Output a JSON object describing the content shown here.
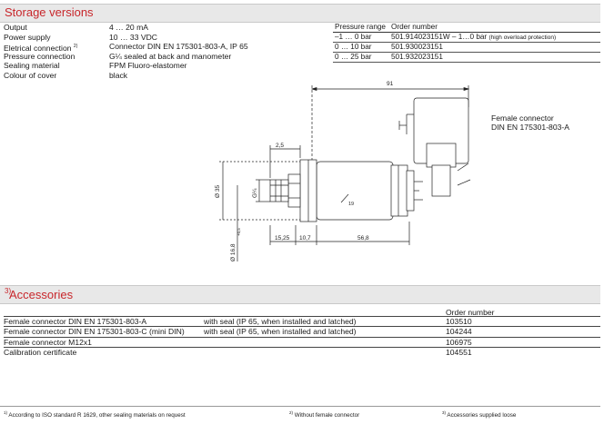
{
  "storage": {
    "title": "Storage versions",
    "specs": [
      {
        "label": "Output",
        "value": "4 … 20 mA"
      },
      {
        "label": "Power supply",
        "value": "10 … 33 VDC"
      },
      {
        "label": "Eletrical connection",
        "label_sup": "2)",
        "value": "Connector DIN EN 175301-803-A, IP 65"
      },
      {
        "label": "Pressure connection",
        "value": "G¼ sealed at back and manometer"
      },
      {
        "label": "Sealing material",
        "value": "FPM Fluoro-elastomer"
      },
      {
        "label": "Colour of cover",
        "value": "black"
      }
    ],
    "pressure_table": {
      "headers": [
        "Pressure range",
        "Order number"
      ],
      "rows": [
        {
          "range": "–1 … 0 bar",
          "order": "501.914023151W – 1…0 bar",
          "note": "(high overload protection)"
        },
        {
          "range": "0 … 10 bar",
          "order": "501.930023151",
          "note": ""
        },
        {
          "range": "0 … 25 bar",
          "order": "501.932023151",
          "note": ""
        }
      ]
    }
  },
  "drawing": {
    "dim_91": "91",
    "dim_2_5": "2,5",
    "dim_15_25": "15,25",
    "dim_10_7": "10,7",
    "dim_56_8": "56,8",
    "dim_d35": "Ø 35",
    "dim_g14": "G¼",
    "dim_d16": "Ø 16,8",
    "dim_tol": "+0,5",
    "dim_sw": "19",
    "female_connector_label_1": "Female connector",
    "female_connector_label_2": "DIN EN 175301-803-A"
  },
  "accessories": {
    "title": "Accessories",
    "title_sup": "3)",
    "order_header": "Order number",
    "rows": [
      {
        "name": "Female connector DIN EN 175301-803-A",
        "desc": "with seal (IP 65, when installed and latched)",
        "order": "103510"
      },
      {
        "name": "Female connector DIN EN 175301-803-C (mini DIN)",
        "desc": "with seal (IP 65, when installed and latched)",
        "order": "104244"
      },
      {
        "name": "Female connector M12x1",
        "desc": "",
        "order": "106975"
      },
      {
        "name": "Calibration certificate",
        "desc": "",
        "order": "104551"
      }
    ]
  },
  "footnotes": [
    {
      "sup": "1)",
      "text": "According to ISO standard R 1629, other sealing materials on request"
    },
    {
      "sup": "2)",
      "text": "Without female connector"
    },
    {
      "sup": "3)",
      "text": "Accessories supplied loose"
    }
  ]
}
